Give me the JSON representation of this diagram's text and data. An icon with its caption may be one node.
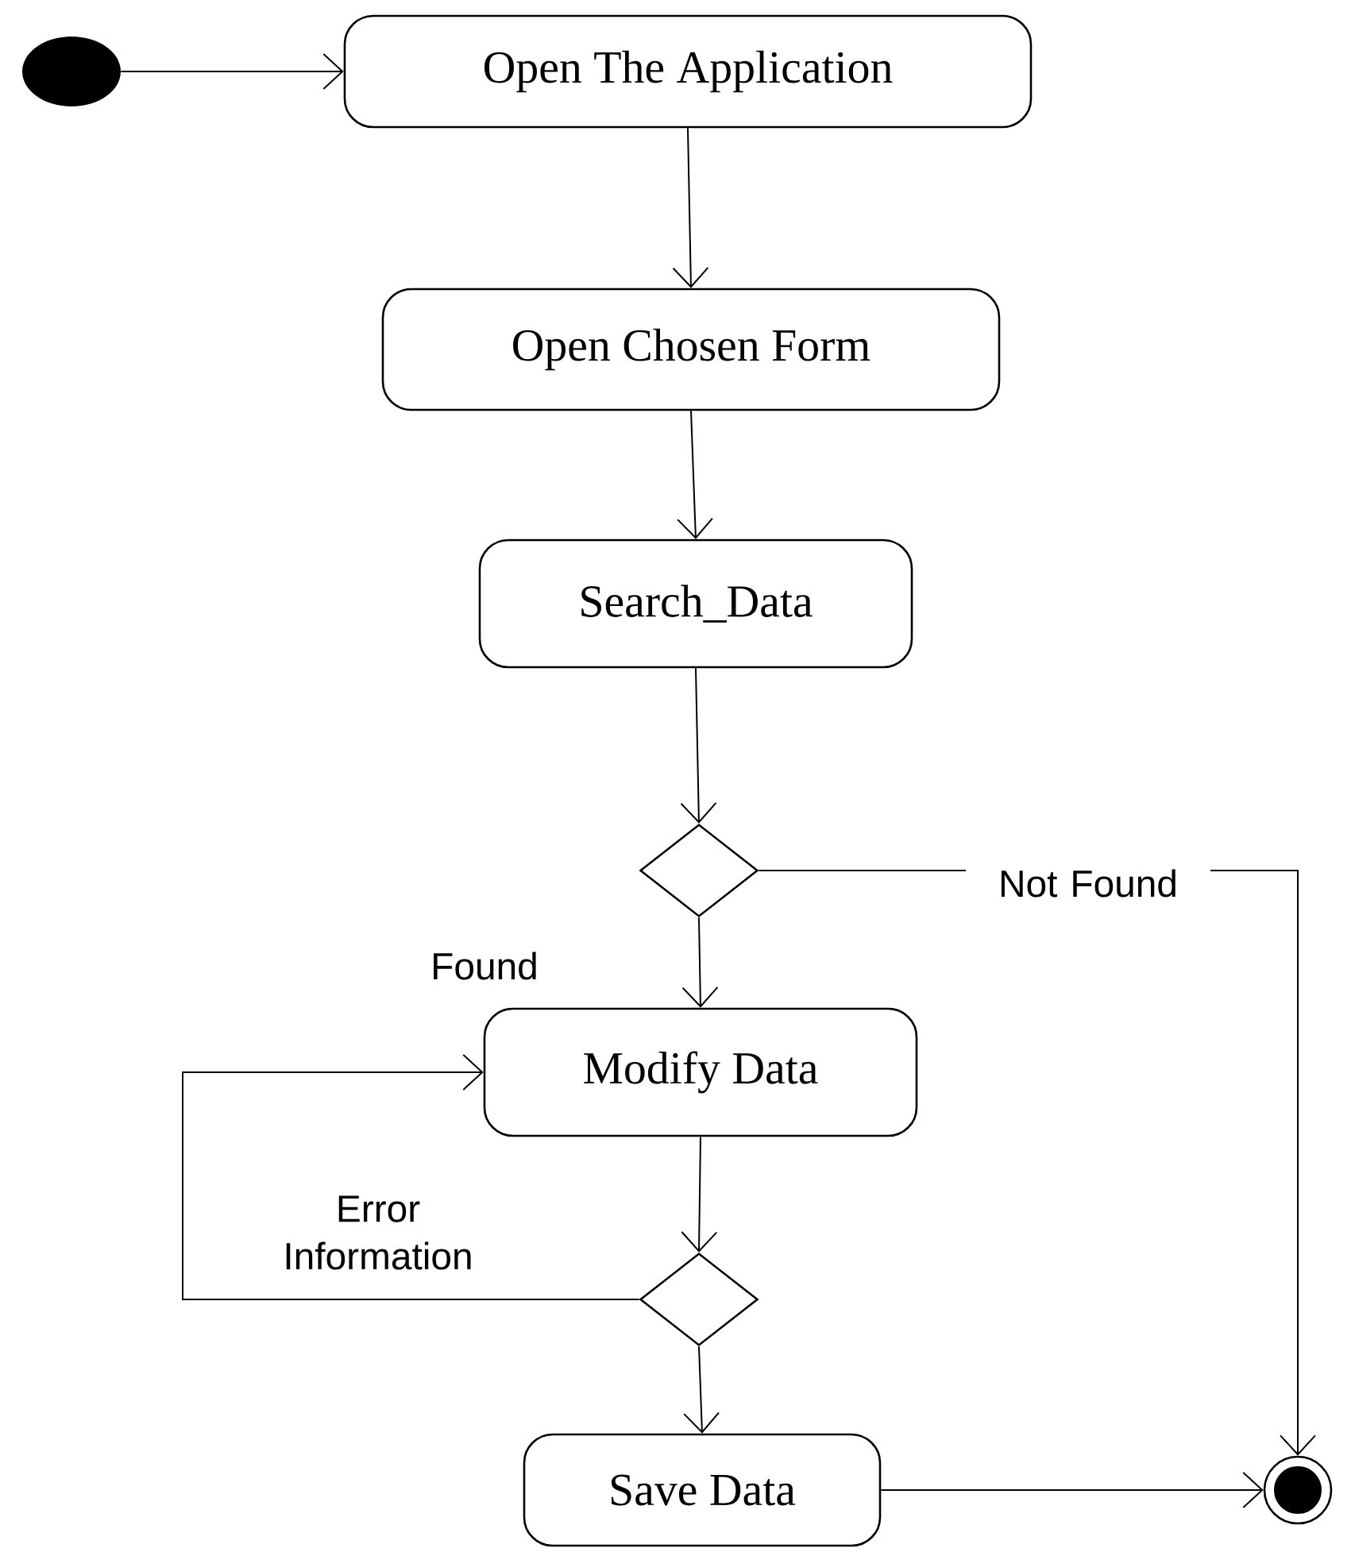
{
  "diagram": {
    "nodes": [
      {
        "text": [],
        "shape": "circle"
      },
      {
        "text": [
          "Open The Application"
        ]
      },
      {
        "text": [
          "Open Chosen Form"
        ]
      },
      {
        "text": [
          "Search_Data"
        ]
      },
      {
        "text": [],
        "shape": "diamond"
      },
      {
        "text": [
          "Modify Data"
        ]
      },
      {
        "text": [],
        "shape": "diamond"
      },
      {
        "text": [
          "Save Data"
        ]
      },
      {
        "text": [],
        "shape": "circle"
      }
    ],
    "edges": [
      {
        "from": 0,
        "to": 1,
        "arrow": "to"
      },
      {
        "from": 1,
        "to": 2,
        "arrow": "to"
      },
      {
        "from": 2,
        "to": 3,
        "arrow": "to"
      },
      {
        "from": 3,
        "to": 4,
        "arrow": "to"
      },
      {
        "from": 4,
        "to": 8,
        "arrow": "to",
        "label": "Not Found"
      },
      {
        "from": 4,
        "to": 5,
        "arrow": "to",
        "label": "Found"
      },
      {
        "from": 5,
        "to": 6,
        "arrow": "to"
      },
      {
        "from": 6,
        "to": 5,
        "arrow": "to",
        "label": "Error Information"
      },
      {
        "from": 6,
        "to": 7,
        "arrow": "to"
      },
      {
        "from": 7,
        "to": 8,
        "arrow": "to"
      }
    ]
  }
}
